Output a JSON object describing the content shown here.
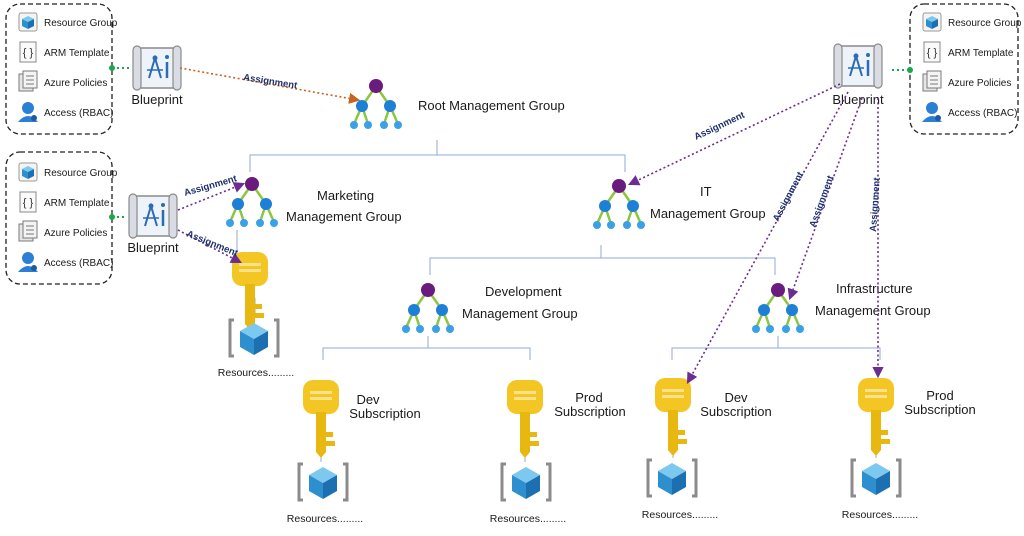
{
  "artifact_items": {
    "resource_group": "Resource Group",
    "arm_template": "ARM Template",
    "azure_policies": "Azure Policies",
    "access": "Access (RBAC)"
  },
  "blueprint_label": "Blueprint",
  "assignment_label": "Assignment",
  "groups": {
    "root": "Root Management Group",
    "marketing_l1": "Marketing",
    "marketing_l2": "Management Group",
    "it_l1": "IT",
    "it_l2": "Management Group",
    "dev_l1": "Development",
    "dev_l2": "Management Group",
    "infra_l1": "Infrastructure",
    "infra_l2": "Management Group"
  },
  "subscriptions": {
    "dev_l1": "Dev",
    "prod_l1": "Prod",
    "line2": "Subscription"
  },
  "resources_label": "Resources.........",
  "colors": {
    "mg_top": "#6a1b7e",
    "mg_node": "#1e7fd6",
    "mg_leaf": "#3aa0e8",
    "mg_line": "#8cc63f",
    "key": "#f3c623",
    "cube": "#3aa0d8",
    "assign_orange": "#c8641e",
    "assign_purple": "#6b2d91",
    "tree_line": "#8fa8d8",
    "dot_green": "#1aa84a"
  }
}
